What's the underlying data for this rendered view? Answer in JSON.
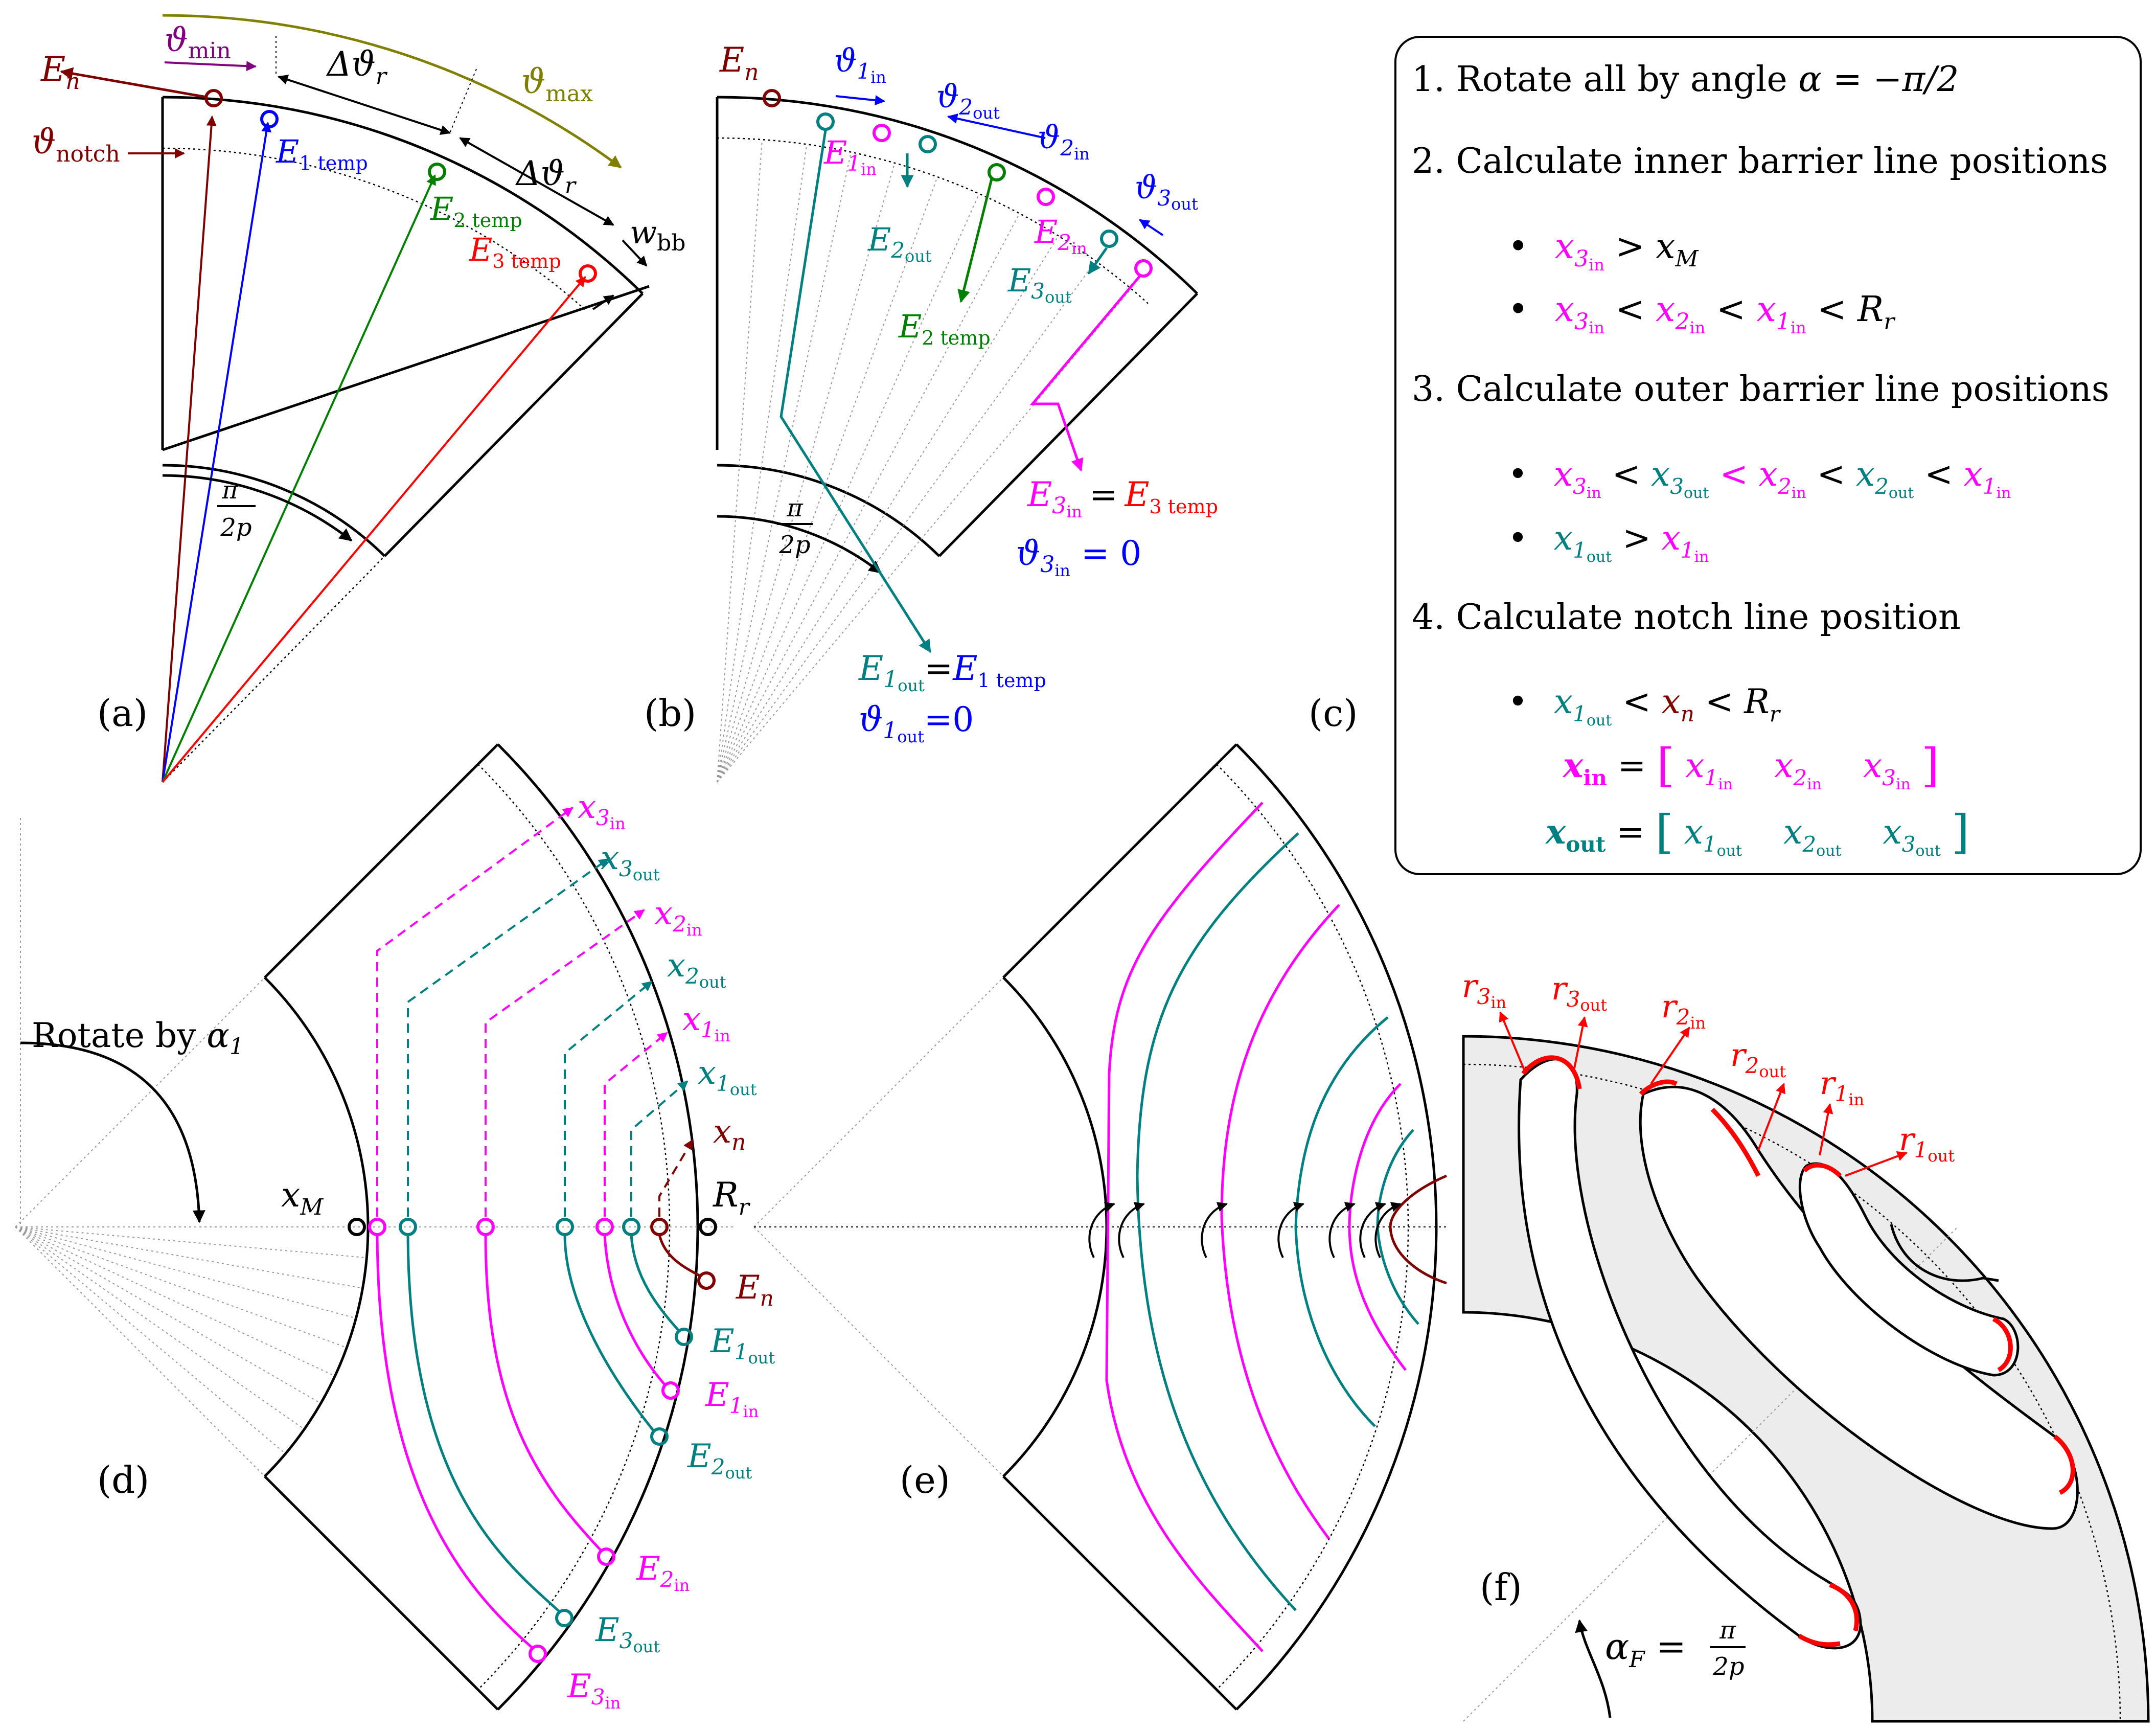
{
  "colors": {
    "black": "#000000",
    "magenta": "#ff00ff",
    "teal": "#008080",
    "blue": "#0000ff",
    "red": "#ff0000",
    "green": "#008000",
    "maroon": "#800000",
    "olive": "#808000",
    "purple": "#800080",
    "gray": "#999999",
    "fill": "#ececec"
  },
  "panels": {
    "a": {
      "tag": "(a)",
      "labels": {
        "En": "E",
        "En_sub": "n",
        "th_min": "ϑ",
        "th_min_sub": "min",
        "dth1": "Δϑ",
        "dth1_sub": "r",
        "th_max": "ϑ",
        "th_max_sub": "max",
        "dth2": "Δϑ",
        "dth2_sub": "r",
        "th_notch": "ϑ",
        "th_notch_sub": "notch",
        "E1": "E",
        "E1_sub": "1 temp",
        "E2": "E",
        "E2_sub": "2 temp",
        "E3": "E",
        "E3_sub": "3 temp",
        "wbb": "w",
        "wbb_sub": "bb",
        "pi": "π",
        "twop": "2p"
      }
    },
    "b": {
      "tag": "(b)",
      "labels": {
        "En": "E",
        "En_sub": "n",
        "th1in": "ϑ",
        "th1in_sub": "1",
        "th1in_subsub": "in",
        "th2out": "ϑ",
        "th2out_sub": "2",
        "th2out_subsub": "out",
        "th2in": "ϑ",
        "th2in_sub": "2",
        "th2in_subsub": "in",
        "th3out": "ϑ",
        "th3out_sub": "3",
        "th3out_subsub": "out",
        "E1in": "E",
        "E1in_sub": "1",
        "E1in_subsub": "in",
        "E2out": "E",
        "E2out_sub": "2",
        "E2out_subsub": "out",
        "E2temp": "E",
        "E2temp_sub": "2 temp",
        "E2in": "E",
        "E2in_sub": "2",
        "E2in_subsub": "in",
        "E3out": "E",
        "E3out_sub": "3",
        "E3out_subsub": "out",
        "E3in_eq_a": "E",
        "E3in_eq_a_sub": "3",
        "E3in_eq_a_subsub": "in",
        "eq": "=",
        "E3in_eq_b": "E",
        "E3in_eq_b_sub": "3 temp",
        "th3in_zero": "ϑ",
        "th3in_zero_sub": "3",
        "th3in_zero_subsub": "in",
        "zero_text": " = 0",
        "E1out_eq_a": "E",
        "E1out_eq_a_sub": "1",
        "E1out_eq_a_subsub": "out",
        "E1out_eq_b": "E",
        "E1out_eq_b_sub": "1 temp",
        "th1out_zero": "ϑ",
        "th1out_zero_sub": "1",
        "th1out_zero_subsub": "out",
        "zero_text2": "=0",
        "pi": "π",
        "twop": "2p"
      }
    },
    "c": {
      "tag": "(c)",
      "step1": "1.  Rotate all by angle ",
      "step1_math": "α = −π/2",
      "step2": "2.  Calculate inner barrier line positions",
      "step3": "3.  Calculate outer barrier line positions",
      "step4": "4.  Calculate notch line position",
      "bullet": "•",
      "x": "x",
      "gt": " > ",
      "lt": " < ",
      "xM_sub": "M",
      "Rr": "R",
      "Rr_sub": "r",
      "n_sub": "n",
      "in": "in",
      "out": "out",
      "n1": "1",
      "n2": "2",
      "n3": "3",
      "eq": " = ",
      "vec_in": "x",
      "vec_out": "x"
    },
    "d": {
      "tag": "(d)",
      "rotate": "Rotate by ",
      "alpha": "α",
      "alpha_sub": "1",
      "xM": "x",
      "xM_sub": "M",
      "Rr": "R",
      "Rr_sub": "r",
      "x3in": "x",
      "x3out": "x",
      "x2in": "x",
      "x2out": "x",
      "x1in": "x",
      "x1out": "x",
      "xn": "x",
      "En": "E",
      "E1out": "E",
      "E1in": "E",
      "E2out": "E",
      "E2in": "E",
      "E3out": "E",
      "E3in": "E",
      "n_sub": "n",
      "in": "in",
      "out": "out",
      "n1": "1",
      "n2": "2",
      "n3": "3"
    },
    "e": {
      "tag": "(e)"
    },
    "f": {
      "tag": "(f)",
      "alphaF": "α",
      "alphaF_sub": "F",
      "eq": " = ",
      "pi": "π",
      "twop": "2p",
      "r": "r",
      "in": "in",
      "out": "out",
      "n1": "1",
      "n2": "2",
      "n3": "3"
    }
  }
}
